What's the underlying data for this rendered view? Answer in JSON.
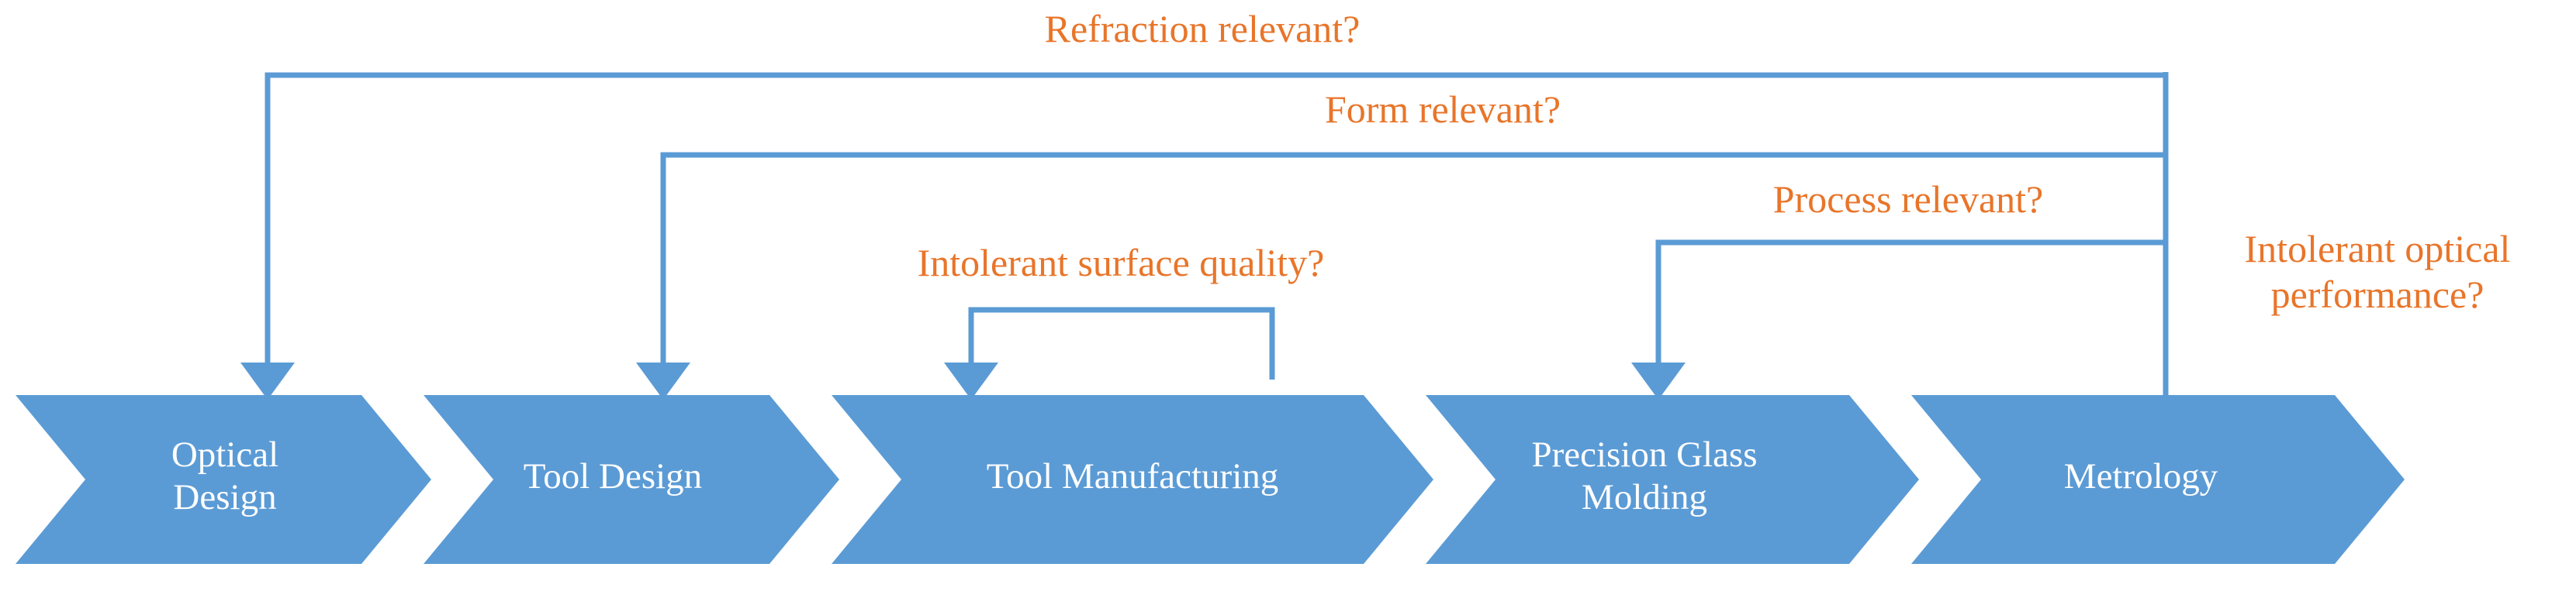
{
  "diagram": {
    "type": "process-flow-with-feedback-loops",
    "title_visible": false,
    "colors": {
      "chevron_fill": "#5B9BD5",
      "chevron_text": "#FFFFFF",
      "connector_line": "#5B9BD5",
      "loop_label_text": "#E8752A",
      "background": "#FFFFFF"
    },
    "stages": [
      {
        "id": "optical-design",
        "label": "Optical\nDesign"
      },
      {
        "id": "tool-design",
        "label": "Tool Design"
      },
      {
        "id": "tool-manufacturing",
        "label": "Tool Manufacturing"
      },
      {
        "id": "precision-glass-molding",
        "label": "Precision Glass\nMolding"
      },
      {
        "id": "metrology",
        "label": "Metrology"
      }
    ],
    "feedback_loops": [
      {
        "id": "refraction-relevant",
        "label": "Refraction relevant?",
        "from_stage": "metrology",
        "to_stage": "optical-design"
      },
      {
        "id": "form-relevant",
        "label": "Form relevant?",
        "from_stage": "metrology",
        "to_stage": "tool-design"
      },
      {
        "id": "process-relevant",
        "label": "Process relevant?",
        "from_stage": "metrology",
        "to_stage": "precision-glass-molding"
      },
      {
        "id": "intolerant-surface-quality",
        "label": "Intolerant surface quality?",
        "from_stage": "tool-manufacturing",
        "to_stage": "tool-manufacturing"
      },
      {
        "id": "intolerant-optical-performance",
        "label": "Intolerant optical\nperformance?",
        "from_stage": "metrology",
        "to_stage": "metrology"
      }
    ]
  }
}
